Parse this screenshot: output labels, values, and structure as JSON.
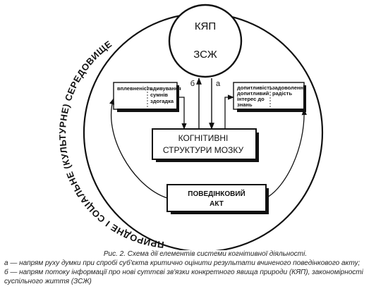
{
  "diagram": {
    "environment_label": "ПРИРОДНЕ І СОЦІАЛЬНЕ (КУЛЬТУРНЕ) СЕРЕДОВИЩЕ",
    "top_circle": {
      "line1": "КЯП",
      "line2": "ЗСЖ"
    },
    "arrow_labels": {
      "b": "б",
      "a": "а"
    },
    "left_box": {
      "col1": "вплевненість",
      "col2": [
        "здивування",
        "сумнів",
        "здогадка"
      ]
    },
    "right_box": {
      "col1": [
        "допитливість",
        "допитливий",
        "інтерес до",
        "знань"
      ],
      "col2": [
        "задоволення",
        "радість"
      ]
    },
    "center_box": {
      "line1": "КОГНІТИВНІ",
      "line2": "СТРУКТУРИ МОЗКУ"
    },
    "bottom_box": {
      "line1": "ПОВЕДІНКОВИЙ",
      "line2": "АКТ"
    }
  },
  "caption": {
    "title": "Рис. 2. Схема дії елементів системи когнітивної діяльності.",
    "line_a": "а — напрям руху думки при спробі суб'єкта критично оцінити результати вчиненого поведінкового акту;",
    "line_b1": "б — напрям потоку інформації про нові суттєві зв'язки конкретного явища природи (КЯП), закономірності",
    "line_b2": "суспільного життя (ЗСЖ)"
  }
}
